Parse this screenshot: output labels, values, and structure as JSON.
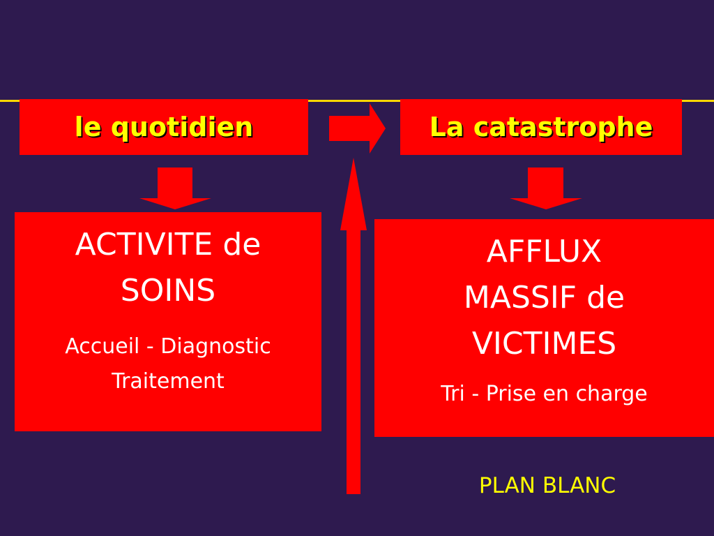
{
  "colors": {
    "background": "#2e1a4f",
    "accent_red": "#ff0000",
    "header_text": "#ffff00",
    "line": "#ffd800",
    "body_text": "#ffffff",
    "plan_text": "#ffff00"
  },
  "headers": {
    "left": "le quotidien",
    "right": "La catastrophe"
  },
  "left_box": {
    "title_line_1": "ACTIVITE de",
    "title_line_2": "SOINS",
    "sub_line_1": "Accueil - Diagnostic",
    "sub_line_2": "Traitement"
  },
  "right_box": {
    "title_line_1": "AFFLUX",
    "title_line_2": "MASSIF de",
    "title_line_3": "VICTIMES",
    "sub_line_1": "Tri - Prise en charge"
  },
  "plan": "PLAN BLANC"
}
